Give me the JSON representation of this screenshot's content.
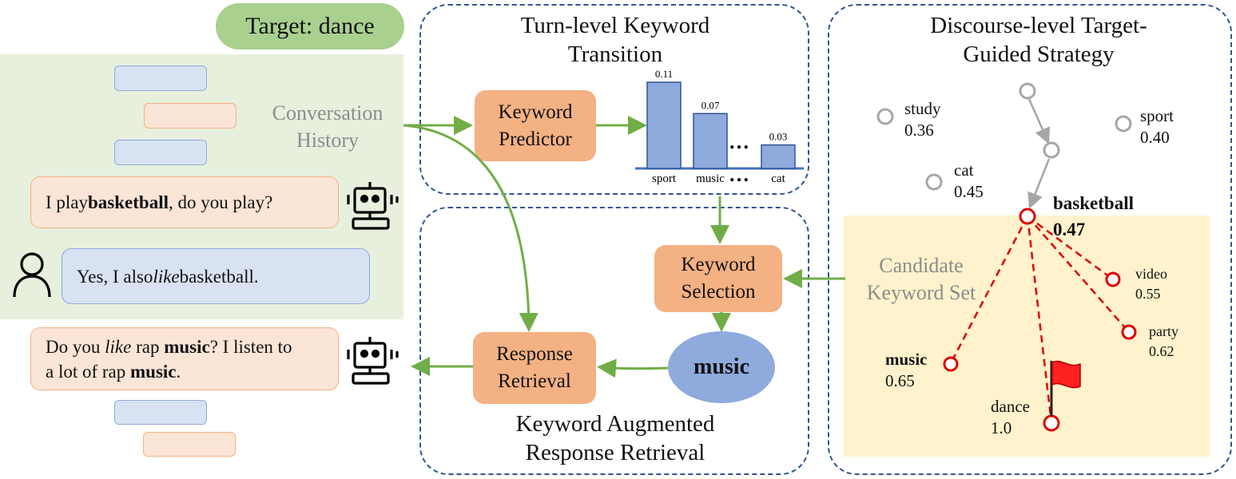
{
  "target": {
    "label": "Target: dance"
  },
  "history": {
    "label": "Conversation History",
    "bubble1": {
      "pre": "I play ",
      "bold": "basketball",
      "post": ", do you play?"
    },
    "bubble2": {
      "pre": "Yes, I also ",
      "italic": "like",
      "post": " basketball."
    },
    "response": {
      "p1": "Do you ",
      "i1": "like",
      "p2": " rap ",
      "b1": "music",
      "p3": "? I listen to a lot of rap ",
      "b2": "music",
      "p4": "."
    }
  },
  "turn_panel": {
    "title": "Turn-level Keyword Transition",
    "predictor_label": "Keyword Predictor"
  },
  "aug_panel": {
    "title": "Keyword Augmented Response Retrieval",
    "selection_label": "Keyword Selection",
    "keyword": "music",
    "retrieval_label": "Response Retrieval"
  },
  "strategy_panel": {
    "title": "Discourse-level Target-Guided Strategy",
    "candidate_label": "Candidate Keyword Set",
    "nodes": [
      {
        "word": "study",
        "score": "0.36"
      },
      {
        "word": "sport",
        "score": "0.40"
      },
      {
        "word": "cat",
        "score": "0.45"
      },
      {
        "word": "basketball",
        "score": "0.47"
      },
      {
        "word": "video",
        "score": "0.55"
      },
      {
        "word": "party",
        "score": "0.62"
      },
      {
        "word": "music",
        "score": "0.65"
      },
      {
        "word": "dance",
        "score": "1.0"
      }
    ]
  },
  "chart_data": {
    "type": "bar",
    "categories": [
      "sport",
      "music",
      "...",
      "cat"
    ],
    "values": [
      0.11,
      0.07,
      null,
      0.03
    ],
    "value_labels": [
      "0.11",
      "0.07",
      "",
      "0.03"
    ],
    "ellipsis": "…",
    "ylim": [
      0,
      0.11
    ],
    "color": "#8faadc"
  },
  "colors": {
    "green": "#70ad47",
    "red": "#e00000",
    "grey": "#a6a6a6",
    "panel_border": "#2f5597",
    "orange_box": "#f4b183",
    "blue_fill": "#8faadc"
  }
}
